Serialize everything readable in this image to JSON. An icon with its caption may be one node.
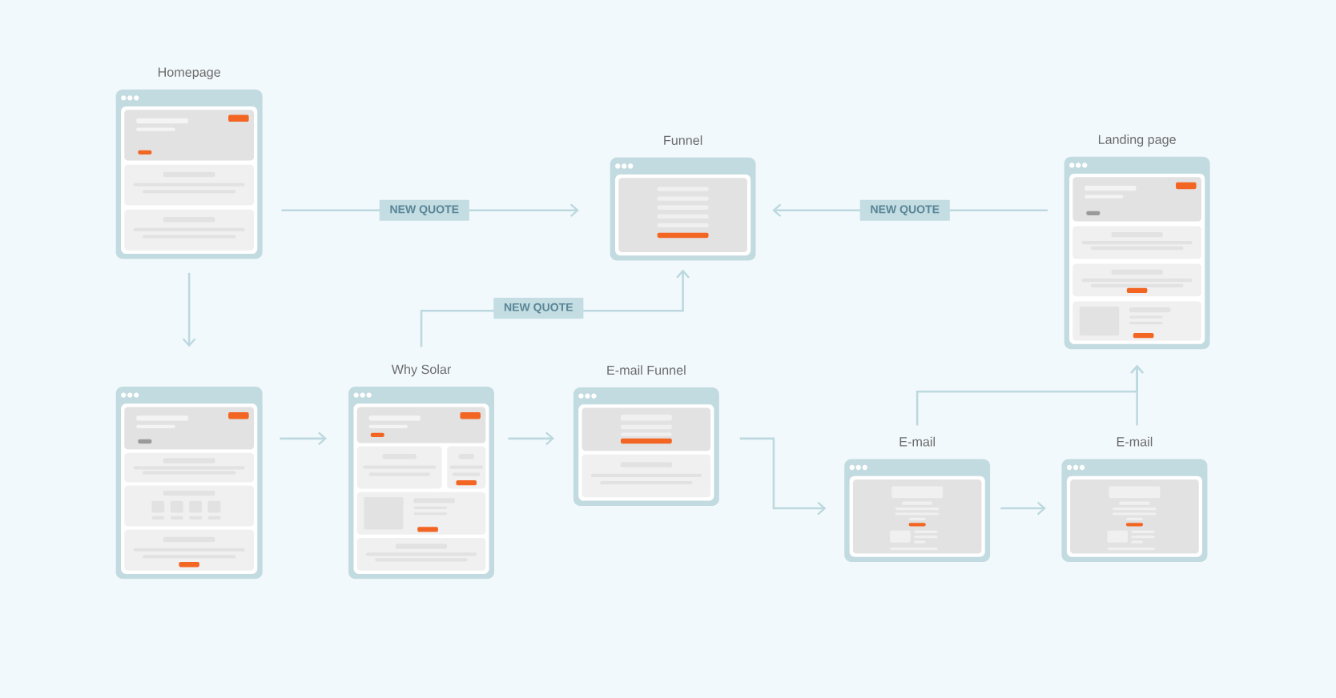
{
  "diagram": {
    "nodes": [
      {
        "text": [
          "Homepage"
        ]
      },
      {
        "text": [
          "Funnel"
        ]
      },
      {
        "text": [
          "Landing page"
        ]
      },
      {
        "text": [],
        "shape": "box"
      },
      {
        "text": [
          "Why Solar"
        ]
      },
      {
        "text": [
          "E-mail Funnel"
        ]
      },
      {
        "text": [
          "E-mail"
        ]
      },
      {
        "text": [
          "E-mail"
        ]
      }
    ],
    "edges": [
      {
        "from": 0,
        "to": 1,
        "arrow": "to",
        "label": "NEW QUOTE"
      },
      {
        "from": 2,
        "to": 1,
        "arrow": "to",
        "label": "NEW QUOTE"
      },
      {
        "from": 0,
        "to": 3,
        "arrow": "to"
      },
      {
        "from": 4,
        "to": 1,
        "arrow": "to",
        "label": "NEW QUOTE"
      },
      {
        "from": 3,
        "to": 4,
        "arrow": "to"
      },
      {
        "from": 4,
        "to": 5,
        "arrow": "to"
      },
      {
        "from": 5,
        "to": 6,
        "arrow": "to"
      },
      {
        "from": 6,
        "to": 7,
        "arrow": "to"
      },
      {
        "from": 6,
        "to": 2,
        "arrow": "to"
      },
      {
        "from": 7,
        "to": 2,
        "arrow": "to"
      }
    ]
  }
}
